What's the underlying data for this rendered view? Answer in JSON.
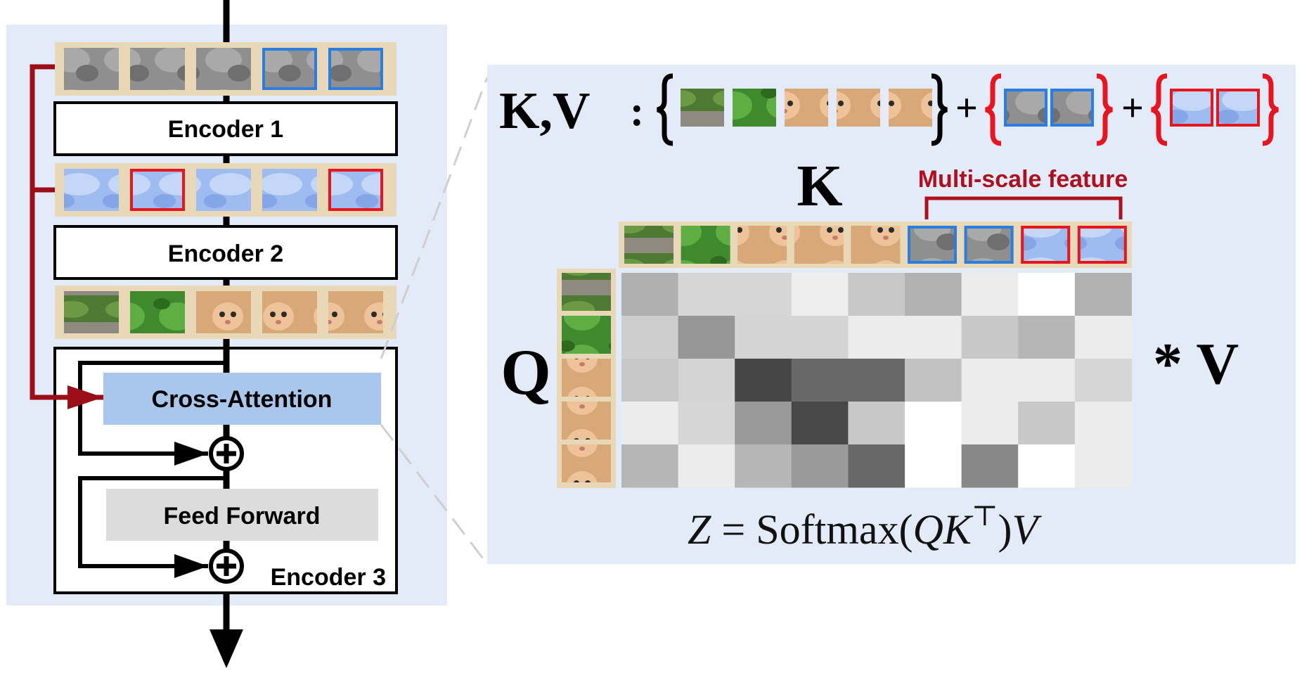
{
  "encoders": {
    "encoder1": "Encoder 1",
    "encoder2": "Encoder 2",
    "encoder3": "Encoder 3",
    "cross_attention": "Cross-Attention",
    "feed_forward": "Feed Forward"
  },
  "detail": {
    "kv_label": "K,V",
    "kv_colon": ":",
    "plus": "+",
    "k_label": "K",
    "q_label": "Q",
    "v_mult": "* V",
    "multiscale_label": "Multi-scale feature",
    "formula": {
      "z": "Z",
      "eq": " = Softmax(",
      "qk": "QK",
      "t": "⊤",
      "close": ")",
      "v": "V"
    }
  },
  "patch_rows": {
    "row1": [
      "gray",
      "gray",
      "gray",
      "gray",
      "gray"
    ],
    "row2": [
      "blue",
      "blue",
      "blue",
      "blue",
      "blue"
    ],
    "row3": [
      "grass",
      "green",
      "cat",
      "cat",
      "cat"
    ],
    "row1_highlight": [
      false,
      false,
      false,
      true,
      true
    ],
    "row2_highlight": [
      false,
      true,
      false,
      false,
      true
    ]
  },
  "attention_matrix": {
    "rows": 5,
    "cols": 9,
    "gray_levels": [
      [
        176,
        214,
        214,
        238,
        200,
        178,
        236,
        255,
        178
      ],
      [
        206,
        150,
        212,
        212,
        236,
        236,
        200,
        182,
        236
      ],
      [
        200,
        212,
        70,
        104,
        104,
        194,
        236,
        236,
        214
      ],
      [
        236,
        214,
        154,
        72,
        200,
        255,
        236,
        200,
        236
      ],
      [
        182,
        236,
        182,
        154,
        104,
        255,
        136,
        255,
        236
      ]
    ]
  },
  "colors": {
    "panel_bg": "#e3ebf8",
    "tan": "#e9d8b8",
    "dark_red": "#9b0e17",
    "blue_frame": "#2a7de1",
    "red_frame": "#e8141e",
    "cross_attention_fill": "#a9c6ec",
    "feed_forward_fill": "#dcdcdc"
  }
}
